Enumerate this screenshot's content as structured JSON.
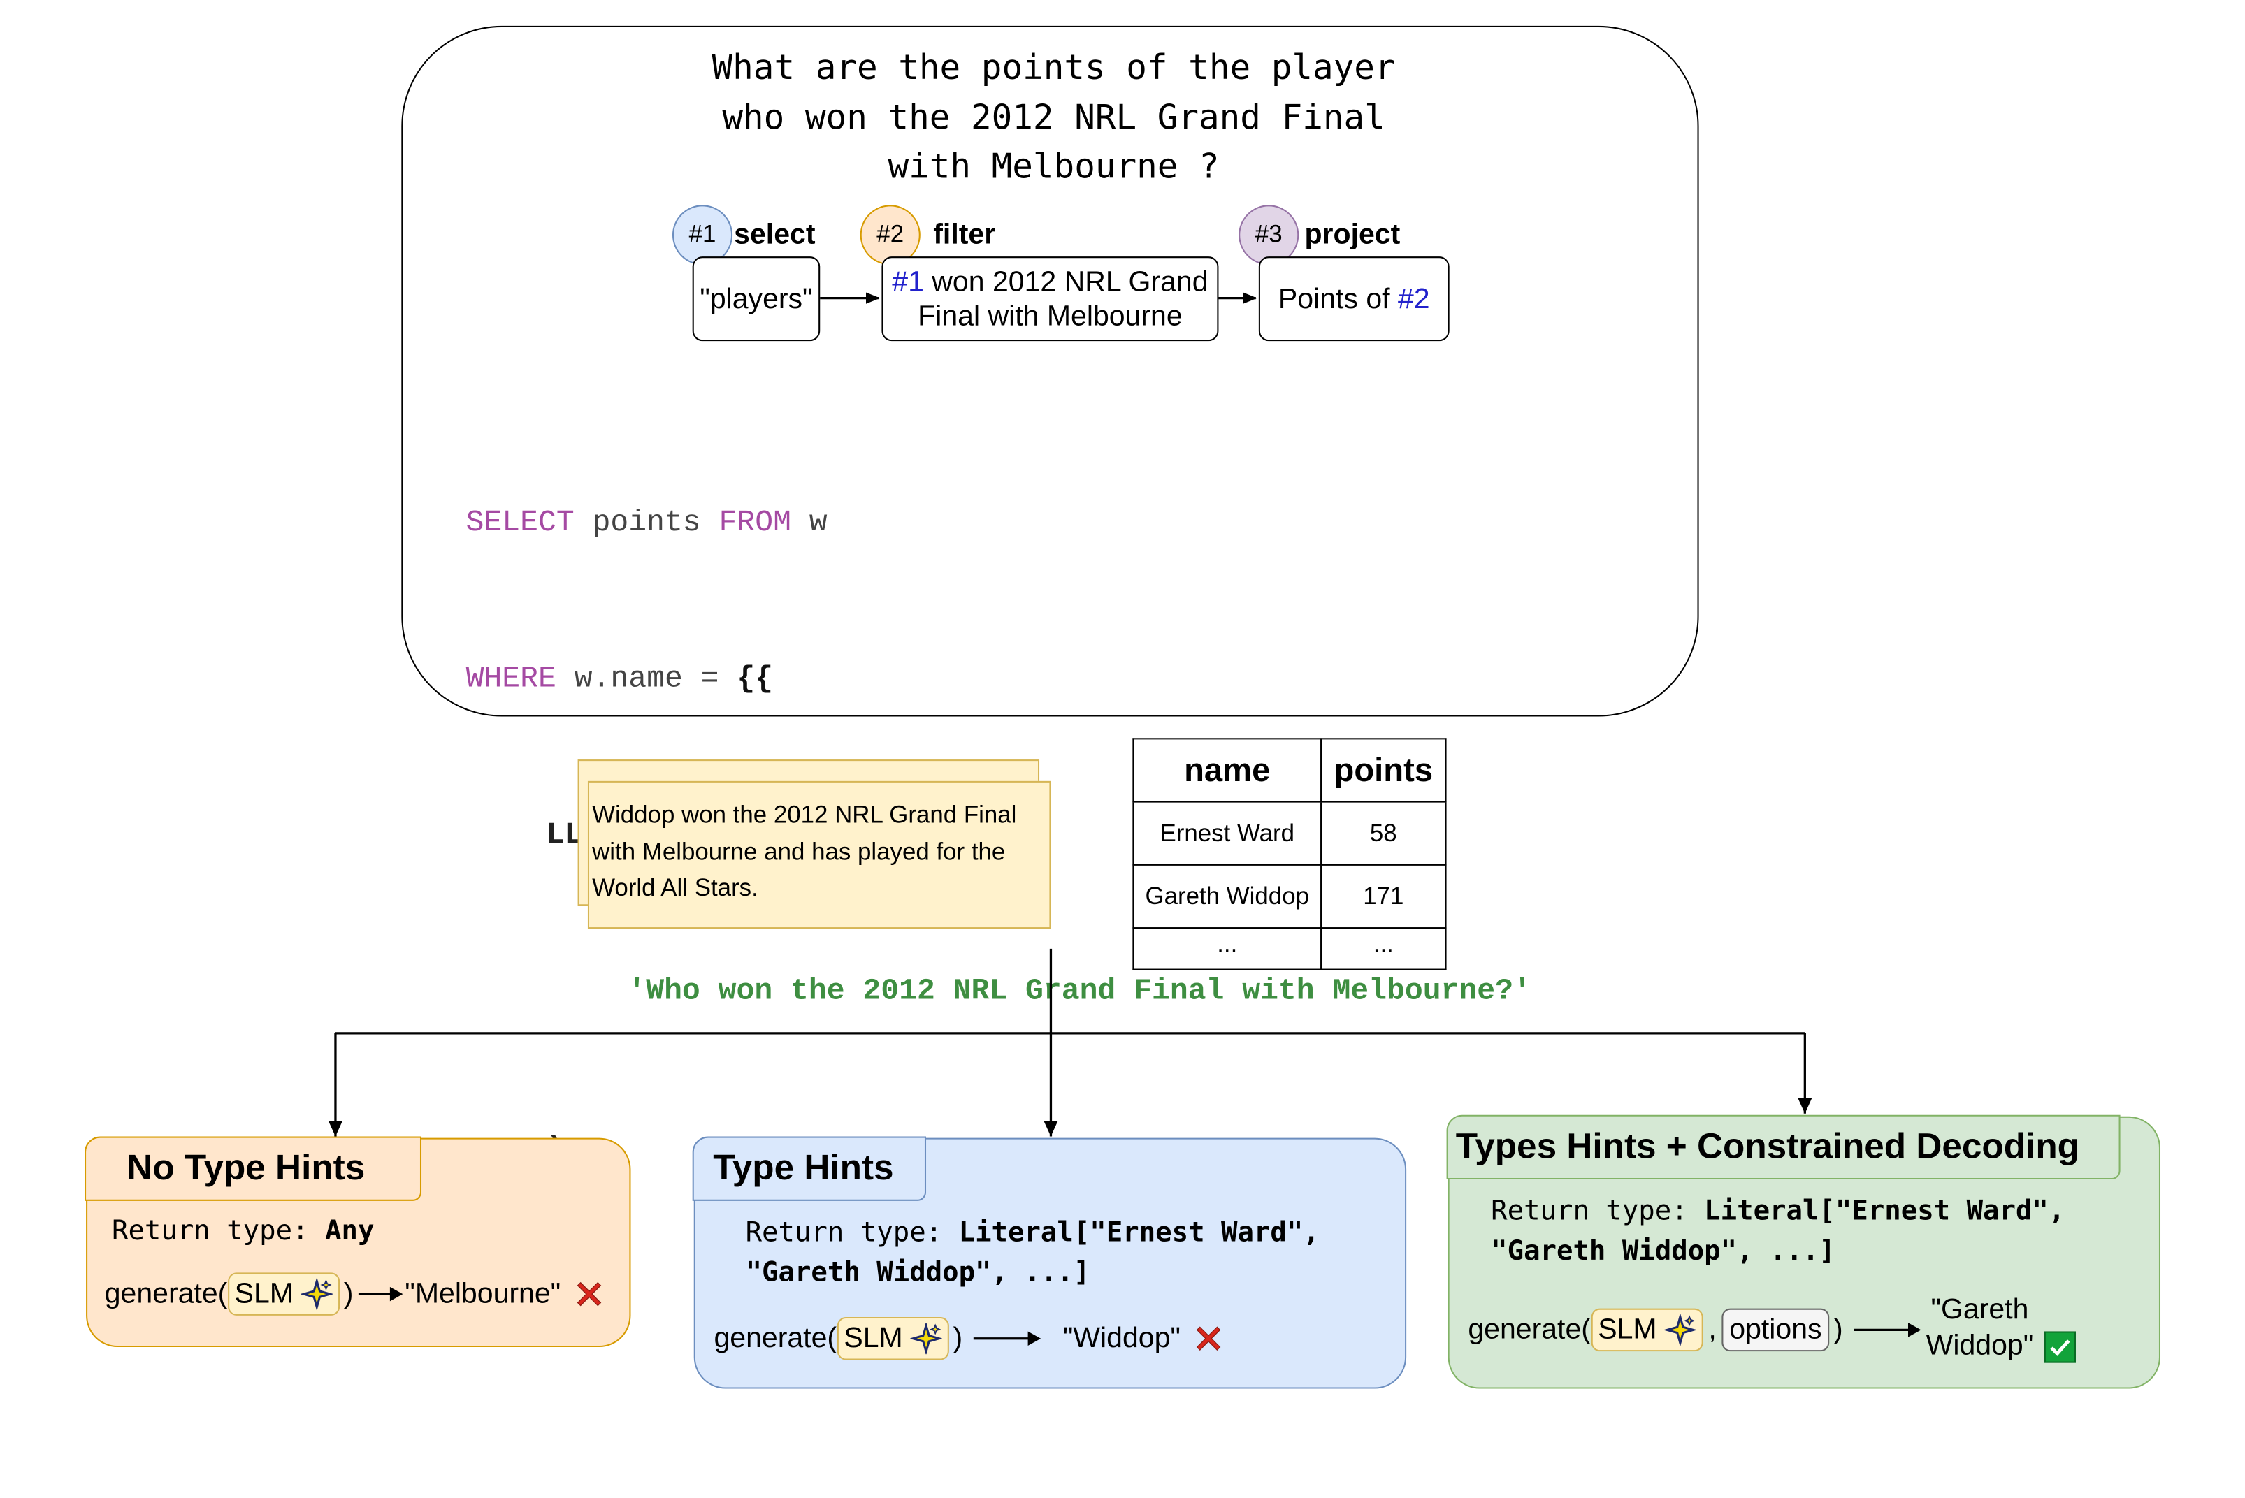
{
  "question": {
    "text": "What are the points of the player\nwho won the 2012 NRL Grand Final\nwith Melbourne ?"
  },
  "decomposition": {
    "steps": [
      {
        "id": "#1",
        "op": "select",
        "box_text": "\"players\"",
        "color_fill": "#dae8fc",
        "color_stroke": "#6c8ebf"
      },
      {
        "id": "#2",
        "op": "filter",
        "box_ref": "#1",
        "box_text": " won 2012 NRL Grand Final with Melbourne",
        "color_fill": "#ffe6cc",
        "color_stroke": "#d79b00"
      },
      {
        "id": "#3",
        "op": "project",
        "box_text": "Points of ",
        "box_ref": "#2",
        "color_fill": "#e1d5e7",
        "color_stroke": "#9673a6"
      }
    ]
  },
  "query": {
    "l1_kw1": "SELECT",
    "l1_mid": " points ",
    "l1_kw2": "FROM",
    "l1_end": " w",
    "l2_kw": "WHERE",
    "l2_mid": " w.name = ",
    "l2_brace": "{{",
    "l3_fn": "LLMQA",
    "l3_paren": "(",
    "l4_str": "'Who won the 2012 NRL Grand Final with Melbourne?'",
    "l5_paren": ")",
    "l6_brace": "}}"
  },
  "evidence": {
    "passage": "Widdop won the 2012 NRL Grand Final with Melbourne and has played for the World All Stars."
  },
  "table": {
    "headers": [
      "name",
      "points"
    ],
    "rows": [
      [
        "Ernest Ward",
        "58"
      ],
      [
        "Gareth Widdop",
        "171"
      ],
      [
        "...",
        "..."
      ]
    ]
  },
  "strategies": [
    {
      "title": "No Type Hints",
      "return_label": "Return type: ",
      "return_type": "Any",
      "gen_prefix": "generate(",
      "slm": "SLM",
      "gen_suffix": ")",
      "output": "\"Melbourne\"",
      "result": "wrong",
      "fill": "#ffe6cc",
      "stroke": "#d79b00"
    },
    {
      "title": "Type Hints",
      "return_label": "Return type: ",
      "return_type_line1": "Literal[\"Ernest Ward\",",
      "return_type_line2": "\"Gareth Widdop\", ...]",
      "gen_prefix": "generate(",
      "slm": "SLM",
      "gen_suffix": ")",
      "output": "\"Widdop\"",
      "result": "wrong",
      "fill": "#dae8fc",
      "stroke": "#6c8ebf"
    },
    {
      "title": "Types Hints + Constrained Decoding",
      "return_label": "Return type: ",
      "return_type_line1": "Literal[\"Ernest Ward\",",
      "return_type_line2": "\"Gareth Widdop\", ...]",
      "gen_prefix": "generate(",
      "slm": "SLM",
      "comma": ",",
      "options": "options",
      "gen_suffix": ")",
      "output_line1": "\"Gareth",
      "output_line2": "Widdop\"",
      "result": "correct",
      "fill": "#d5e8d4",
      "stroke": "#82b366"
    }
  ]
}
